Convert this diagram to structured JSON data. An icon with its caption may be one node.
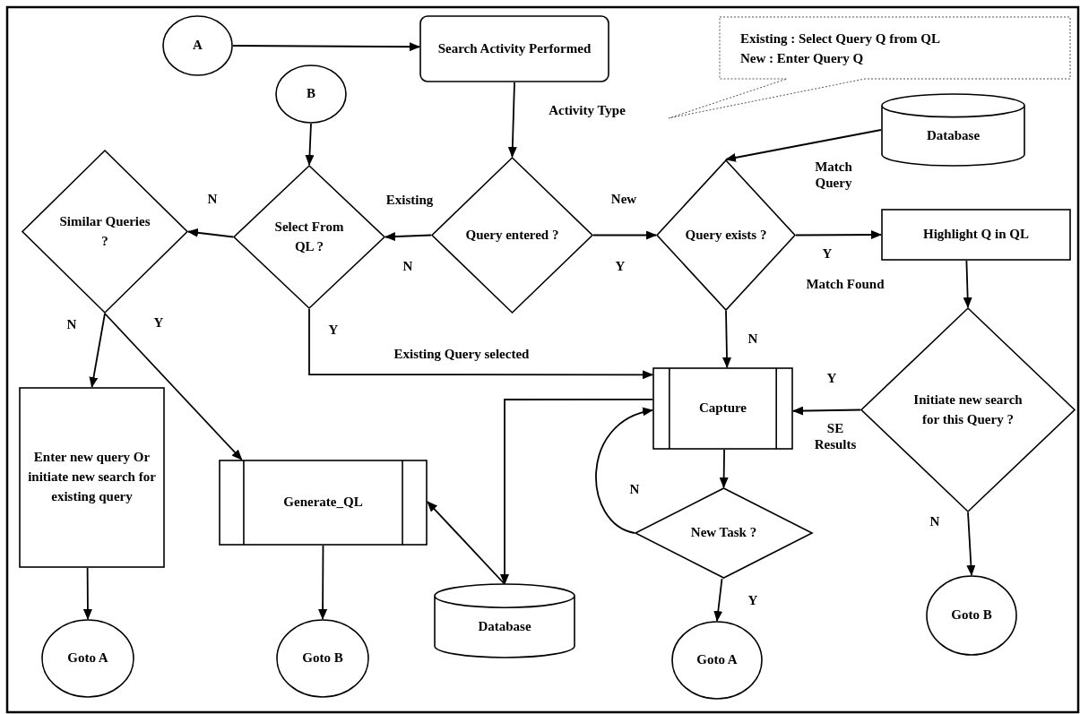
{
  "diagram": {
    "nodes": [
      {
        "text": [
          "A"
        ]
      },
      {
        "text": [
          "Search Activity Performed"
        ]
      },
      {
        "text": [
          "Existing : Select Query Q from QL",
          "New : Enter Query Q"
        ]
      },
      {
        "text": [
          "B"
        ]
      },
      {
        "text": [
          "Query entered ?"
        ]
      },
      {
        "text": [
          "Select From QL ?"
        ]
      },
      {
        "text": [
          "Similar Queries ?"
        ]
      },
      {
        "text": [
          "Database"
        ]
      },
      {
        "text": [
          "Query exists ?"
        ]
      },
      {
        "text": [
          "Highlight Q in QL"
        ]
      },
      {
        "text": [
          "Initiate new search for this Query ?"
        ]
      },
      {
        "text": [
          "Enter new query Or initiate new search for existing query"
        ]
      },
      {
        "text": [
          "Generate_QL"
        ]
      },
      {
        "text": [
          "Capture"
        ]
      },
      {
        "text": [
          "New Task ?"
        ]
      },
      {
        "text": [
          "Database"
        ]
      },
      {
        "text": [
          "Goto A"
        ]
      },
      {
        "text": [
          "Goto B"
        ]
      },
      {
        "text": [
          "Goto A"
        ]
      },
      {
        "text": [
          "Goto B"
        ]
      }
    ],
    "edges": [
      {
        "from": 0,
        "to": 1,
        "arrow": "to"
      },
      {
        "from": 1,
        "to": 4,
        "arrow": "to",
        "label": "Activity Type"
      },
      {
        "from": 3,
        "to": 5,
        "arrow": "to"
      },
      {
        "from": 4,
        "to": 5,
        "arrow": "to",
        "label": "Existing"
      },
      {
        "from": 4,
        "to": 8,
        "arrow": "to",
        "label": "New"
      },
      {
        "from": 5,
        "to": 6,
        "arrow": "to",
        "label": "N"
      },
      {
        "from": 7,
        "to": 8,
        "arrow": "to",
        "label": "Match Query"
      },
      {
        "from": 8,
        "to": 9,
        "arrow": "to",
        "label": "Y"
      },
      {
        "from": 8,
        "to": 13,
        "arrow": "to",
        "label": "N"
      },
      {
        "from": 5,
        "to": 13,
        "arrow": "to",
        "label": "Existing Query selected"
      },
      {
        "from": 6,
        "to": 11,
        "arrow": "to",
        "label": "N"
      },
      {
        "from": 6,
        "to": 12,
        "arrow": "to",
        "label": "Y"
      },
      {
        "from": 9,
        "to": 10,
        "arrow": "to"
      },
      {
        "from": 10,
        "to": 13,
        "arrow": "to",
        "label": "Y"
      },
      {
        "from": 10,
        "to": 19,
        "arrow": "to",
        "label": "N"
      },
      {
        "from": 13,
        "to": 15,
        "arrow": "to"
      },
      {
        "from": 15,
        "to": 12,
        "arrow": "to"
      },
      {
        "from": 14,
        "to": 13,
        "arrow": "to",
        "label": "N"
      },
      {
        "from": 13,
        "to": 14,
        "arrow": "to"
      },
      {
        "from": 14,
        "to": 18,
        "arrow": "to",
        "label": "Y"
      },
      {
        "from": 11,
        "to": 16,
        "arrow": "to"
      },
      {
        "from": 12,
        "to": 17,
        "arrow": "to"
      }
    ],
    "labels": [
      "N",
      "Y",
      "Match Found",
      "Y",
      "SE Results"
    ]
  }
}
